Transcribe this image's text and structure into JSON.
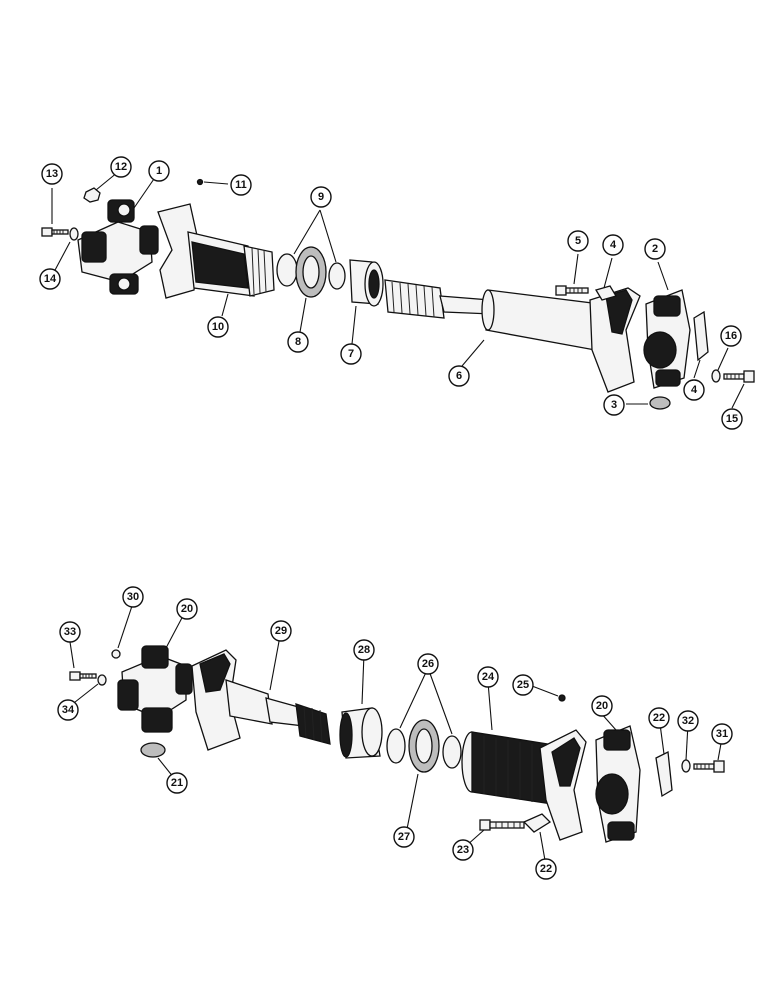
{
  "callouts": {
    "1": "1",
    "2": "2",
    "3": "3",
    "4": "4",
    "5": "5",
    "6": "6",
    "7": "7",
    "8": "8",
    "9": "9",
    "10": "10",
    "11": "11",
    "12": "12",
    "13": "13",
    "14": "14",
    "15": "15",
    "16": "16",
    "20": "20",
    "21": "21",
    "22": "22",
    "23": "23",
    "24": "24",
    "25": "25",
    "26": "26",
    "27": "27",
    "28": "28",
    "29": "29",
    "30": "30",
    "31": "31",
    "32": "32",
    "33": "33",
    "34": "34"
  }
}
